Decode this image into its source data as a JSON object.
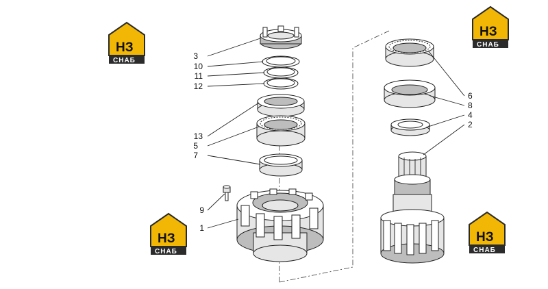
{
  "logo": {
    "top_text": "НЗ",
    "bottom_text": "СНАБ",
    "colors": {
      "gold": "#f2b705",
      "dark": "#2b2b2b"
    }
  },
  "callouts": {
    "left": [
      "3",
      "10",
      "11",
      "12",
      "13",
      "5",
      "7",
      "9",
      "1"
    ],
    "right": [
      "6",
      "8",
      "4",
      "2"
    ]
  }
}
